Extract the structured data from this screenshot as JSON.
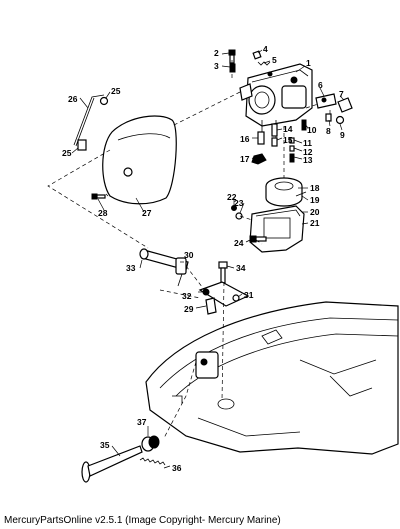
{
  "footer": {
    "text": "MercuryPartsOnline v2.5.1 (Image Copyright- Mercury Marine)"
  },
  "callouts": {
    "c1": "1",
    "c2": "2",
    "c3": "3",
    "c4": "4",
    "c5": "5",
    "c6": "6",
    "c7": "7",
    "c8": "8",
    "c9": "9",
    "c10": "10",
    "c11": "11",
    "c12": "12",
    "c13": "13",
    "c14": "14",
    "c15": "15",
    "c16": "16",
    "c17": "17",
    "c18": "18",
    "c19": "19",
    "c20": "20",
    "c21": "21",
    "c22": "22",
    "c23": "23",
    "c24": "24",
    "c25a": "25",
    "c25b": "25",
    "c26": "26",
    "c27": "27",
    "c28": "28",
    "c29": "29",
    "c30": "30",
    "c31": "31",
    "c32": "32",
    "c33": "33",
    "c34": "34",
    "c35": "35",
    "c36": "36",
    "c37": "37"
  }
}
